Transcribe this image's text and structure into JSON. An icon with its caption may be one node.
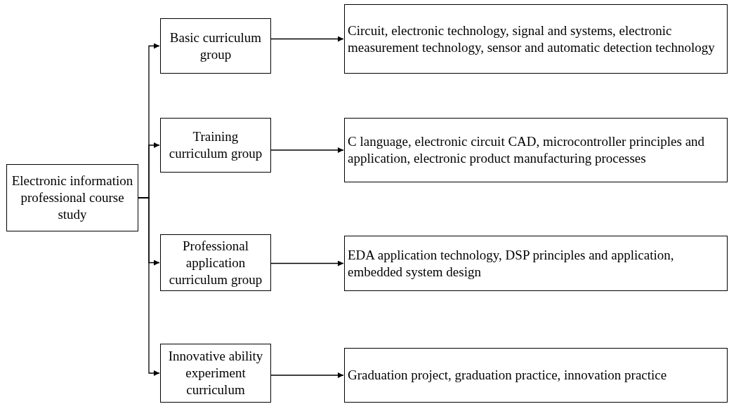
{
  "diagram": {
    "nodes": [
      {
        "text": [
          "Electronic information professional course study"
        ]
      },
      {
        "text": [
          "Basic curriculum group"
        ]
      },
      {
        "text": [
          "Circuit, electronic technology, signal and systems, electronic measurement technology, sensor and automatic detection technology"
        ]
      },
      {
        "text": [
          "Training curriculum group"
        ]
      },
      {
        "text": [
          "C language, electronic circuit CAD, microcontroller principles and application, electronic product manufacturing processes"
        ]
      },
      {
        "text": [
          "Professional application curriculum group"
        ]
      },
      {
        "text": [
          "EDA application technology, DSP principles and application, embedded system design"
        ]
      },
      {
        "text": [
          "Innovative ability experiment curriculum"
        ]
      },
      {
        "text": [
          "Graduation project, graduation practice, innovation practice"
        ]
      }
    ],
    "edges": [
      {
        "from": 0,
        "to": 1,
        "arrow": "to"
      },
      {
        "from": 0,
        "to": 3,
        "arrow": "to"
      },
      {
        "from": 0,
        "to": 5,
        "arrow": "to"
      },
      {
        "from": 0,
        "to": 7,
        "arrow": "to"
      },
      {
        "from": 1,
        "to": 2,
        "arrow": "to"
      },
      {
        "from": 3,
        "to": 4,
        "arrow": "to"
      },
      {
        "from": 5,
        "to": 6,
        "arrow": "to"
      },
      {
        "from": 7,
        "to": 8,
        "arrow": "to"
      }
    ]
  }
}
